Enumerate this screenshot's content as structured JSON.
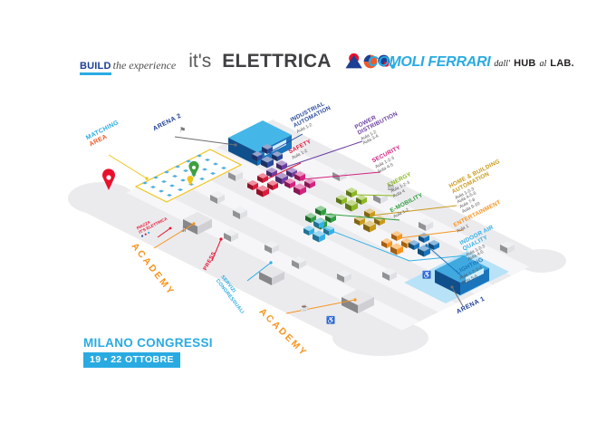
{
  "header": {
    "build_label": "BUILD",
    "tagline": "the experience",
    "its_label": "it's",
    "product_label": "ELETTRICA",
    "brand_name": "COMOLI FERRARI",
    "brand_tag_pre": "dall'",
    "brand_tag_hub": "HUB",
    "brand_tag_mid": "al",
    "brand_tag_lab": "LAB.",
    "accent_color": "#29abe2"
  },
  "venue": {
    "name": "MILANO CONGRESSI",
    "dates": "19 • 22 OTTOBRE"
  },
  "zones": [
    {
      "name": "INDUSTRIAL AUTOMATION",
      "color": "#2a4b9b",
      "rooms": [
        "Aula 1-2"
      ]
    },
    {
      "name": "SAFETY",
      "color": "#e01a3c",
      "rooms": [
        "Aula 1-2"
      ]
    },
    {
      "name": "POWER DISTRIBUTION",
      "color": "#6b3fa0",
      "rooms": [
        "Aula 1-2",
        "Aula 3-4"
      ]
    },
    {
      "name": "SECURITY",
      "color": "#d4237f",
      "rooms": [
        "Aula 1-2-3",
        "Aula 4-5"
      ]
    },
    {
      "name": "ENERGY",
      "color": "#8db724",
      "rooms": [
        "Aula 1-2-3",
        "Aula 4"
      ]
    },
    {
      "name": "E-MOBILITY",
      "color": "#2f9e3f",
      "rooms": [
        "Aula 1-2"
      ]
    },
    {
      "name": "HOME & BUILDING AUTOMATION",
      "color": "#c89a1c",
      "rooms": [
        "Aula 1-2-3",
        "Aula 4-5-6",
        "Aula 7-8",
        "Aula 9-10"
      ]
    },
    {
      "name": "ENTERTAINMENT",
      "color": "#f7941e",
      "rooms": [
        "Aula 1"
      ]
    },
    {
      "name": "INDOOR AIR QUALITY",
      "color": "#33b1e6",
      "rooms": [
        "Aula 1-2-3",
        "Aula 4-5"
      ]
    },
    {
      "name": "LIGHTING",
      "color": "#1b75bc",
      "rooms": [
        "Aula 1-2-3-4",
        "Aula 5-6"
      ]
    }
  ],
  "areas": {
    "matching_line1": "MATCHING",
    "matching_line2": "AREA",
    "matching_color1": "#29abe2",
    "matching_color2": "#f05a28",
    "matching_line_color": "#f0c419",
    "arena1": "ARENA 1",
    "arena2": "ARENA 2",
    "arena_color": "#1c3f94",
    "academy": "ACADEMY",
    "academy_color": "#f7941e",
    "press": "PRESS",
    "press_color": "#e8112d",
    "servizi_line1": "SERVIZI",
    "servizi_line2": "CONGRESSUALI",
    "servizi_color": "#29abe2",
    "piazza_line1": "PIAZZA",
    "piazza_line2": "IT'S ELETTRICA",
    "piazza_color": "#e8112d",
    "lab_dot_colors": [
      "#1c3f94",
      "#e8112d",
      "#29abe2"
    ]
  },
  "icons": {
    "flag": "⚑",
    "stairs": "⇵",
    "coffee": "☕",
    "accessible": "♿",
    "dice": "⚄"
  }
}
